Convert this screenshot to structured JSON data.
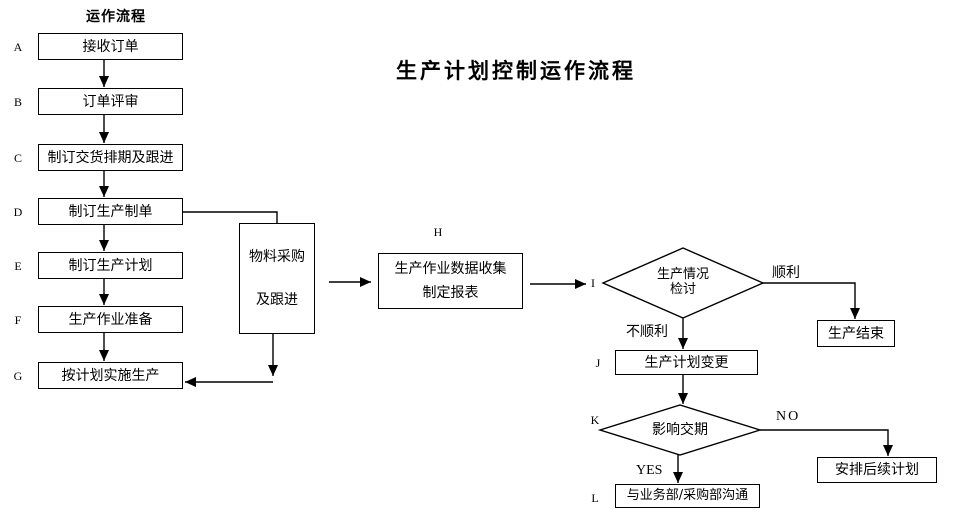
{
  "title": "生产计划控制运作流程",
  "column_header": "运作流程",
  "steps": [
    {
      "id": "A",
      "label": "接收订单"
    },
    {
      "id": "B",
      "label": "订单评审"
    },
    {
      "id": "C",
      "label": "制订交货排期及跟进"
    },
    {
      "id": "D",
      "label": "制订生产制单"
    },
    {
      "id": "E",
      "label": "制订生产计划"
    },
    {
      "id": "F",
      "label": "生产作业准备"
    },
    {
      "id": "G",
      "label": "按计划实施生产"
    }
  ],
  "material_box": {
    "line1": "物料采购",
    "line2": "及跟进"
  },
  "data_box": {
    "id": "H",
    "line1": "生产作业数据收集",
    "line2": "制定报表"
  },
  "review_diamond": {
    "id": "I",
    "line1": "生产情况",
    "line2": "检讨"
  },
  "end_box": {
    "label": "生产结束"
  },
  "change_box": {
    "id": "J",
    "label": "生产计划变更"
  },
  "delivery_diamond": {
    "id": "K",
    "label": "影响交期"
  },
  "followup_box": {
    "label": "安排后续计划"
  },
  "communicate_box": {
    "id": "L",
    "label": "与业务部/采购部沟通"
  },
  "branch_labels": {
    "smooth": "顺利",
    "not_smooth": "不顺利",
    "no": "NO",
    "yes": "YES"
  },
  "colors": {
    "line": "#000000",
    "background": "#ffffff",
    "box_fill": "#ffffff"
  }
}
